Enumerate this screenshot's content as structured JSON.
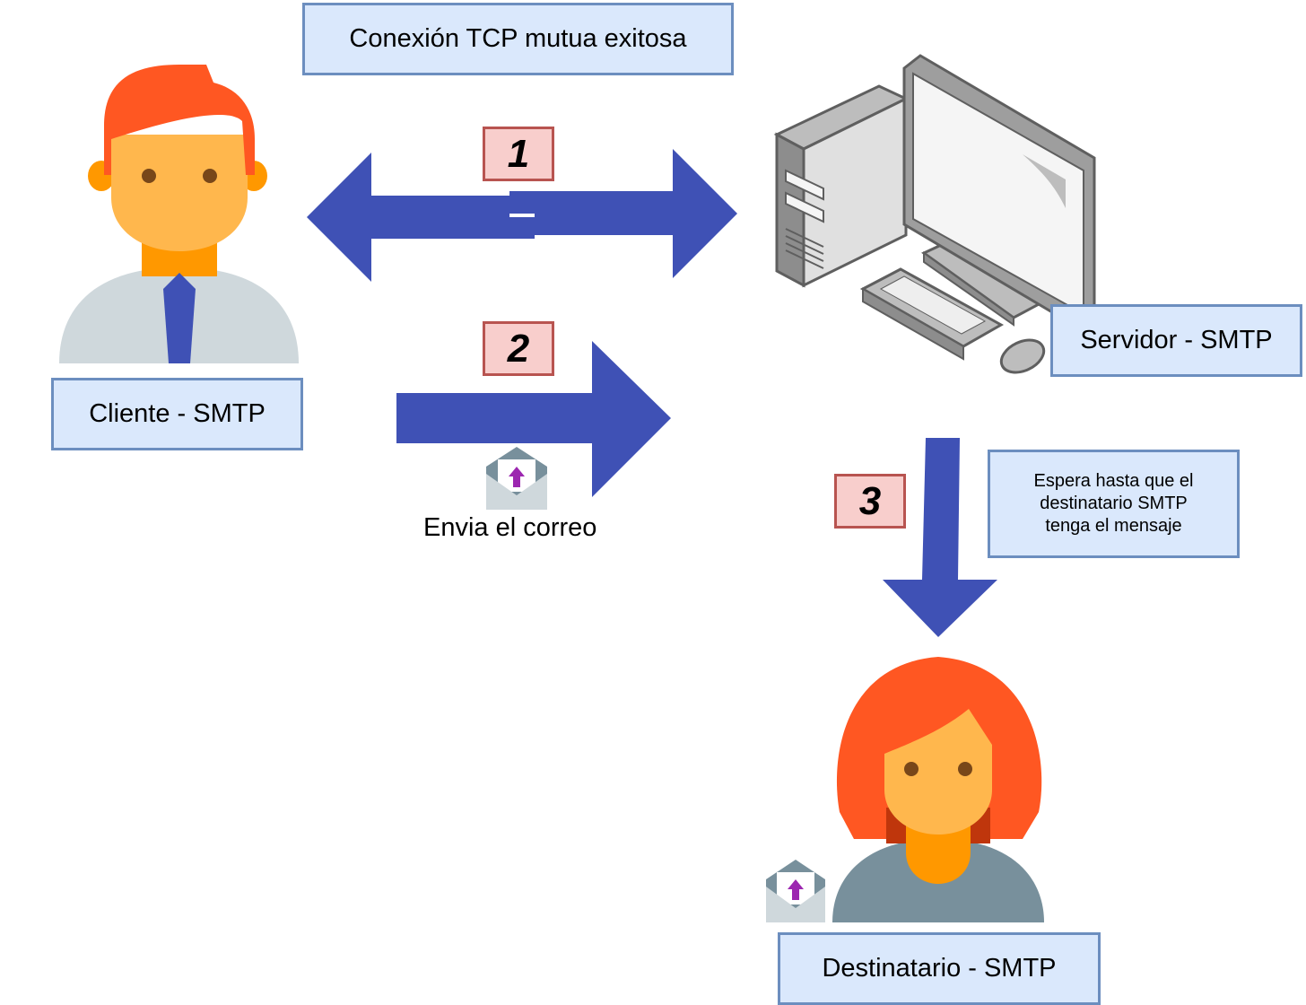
{
  "labels": {
    "connection": "Conexión TCP mutua exitosa",
    "client": "Cliente - SMTP",
    "server": "Servidor - SMTP",
    "recipient": "Destinatario - SMTP",
    "wait_line1": "Espera hasta que el",
    "wait_line2": "destinatario SMTP",
    "wait_line3": "tenga el mensaje"
  },
  "steps": {
    "step1": "1",
    "step2": "2",
    "step3": "3"
  },
  "send_caption": "Envia el correo",
  "colors": {
    "arrow": "#3f51b5",
    "label_fill": "#dae8fc",
    "label_border": "#6c8ebf",
    "badge_fill": "#f8cecc",
    "badge_border": "#b85450",
    "hair": "#ff5722",
    "skin": "#ffb74d"
  },
  "icons": [
    "man-user-icon",
    "desktop-computer-icon",
    "woman-user-icon",
    "email-send-icon"
  ]
}
